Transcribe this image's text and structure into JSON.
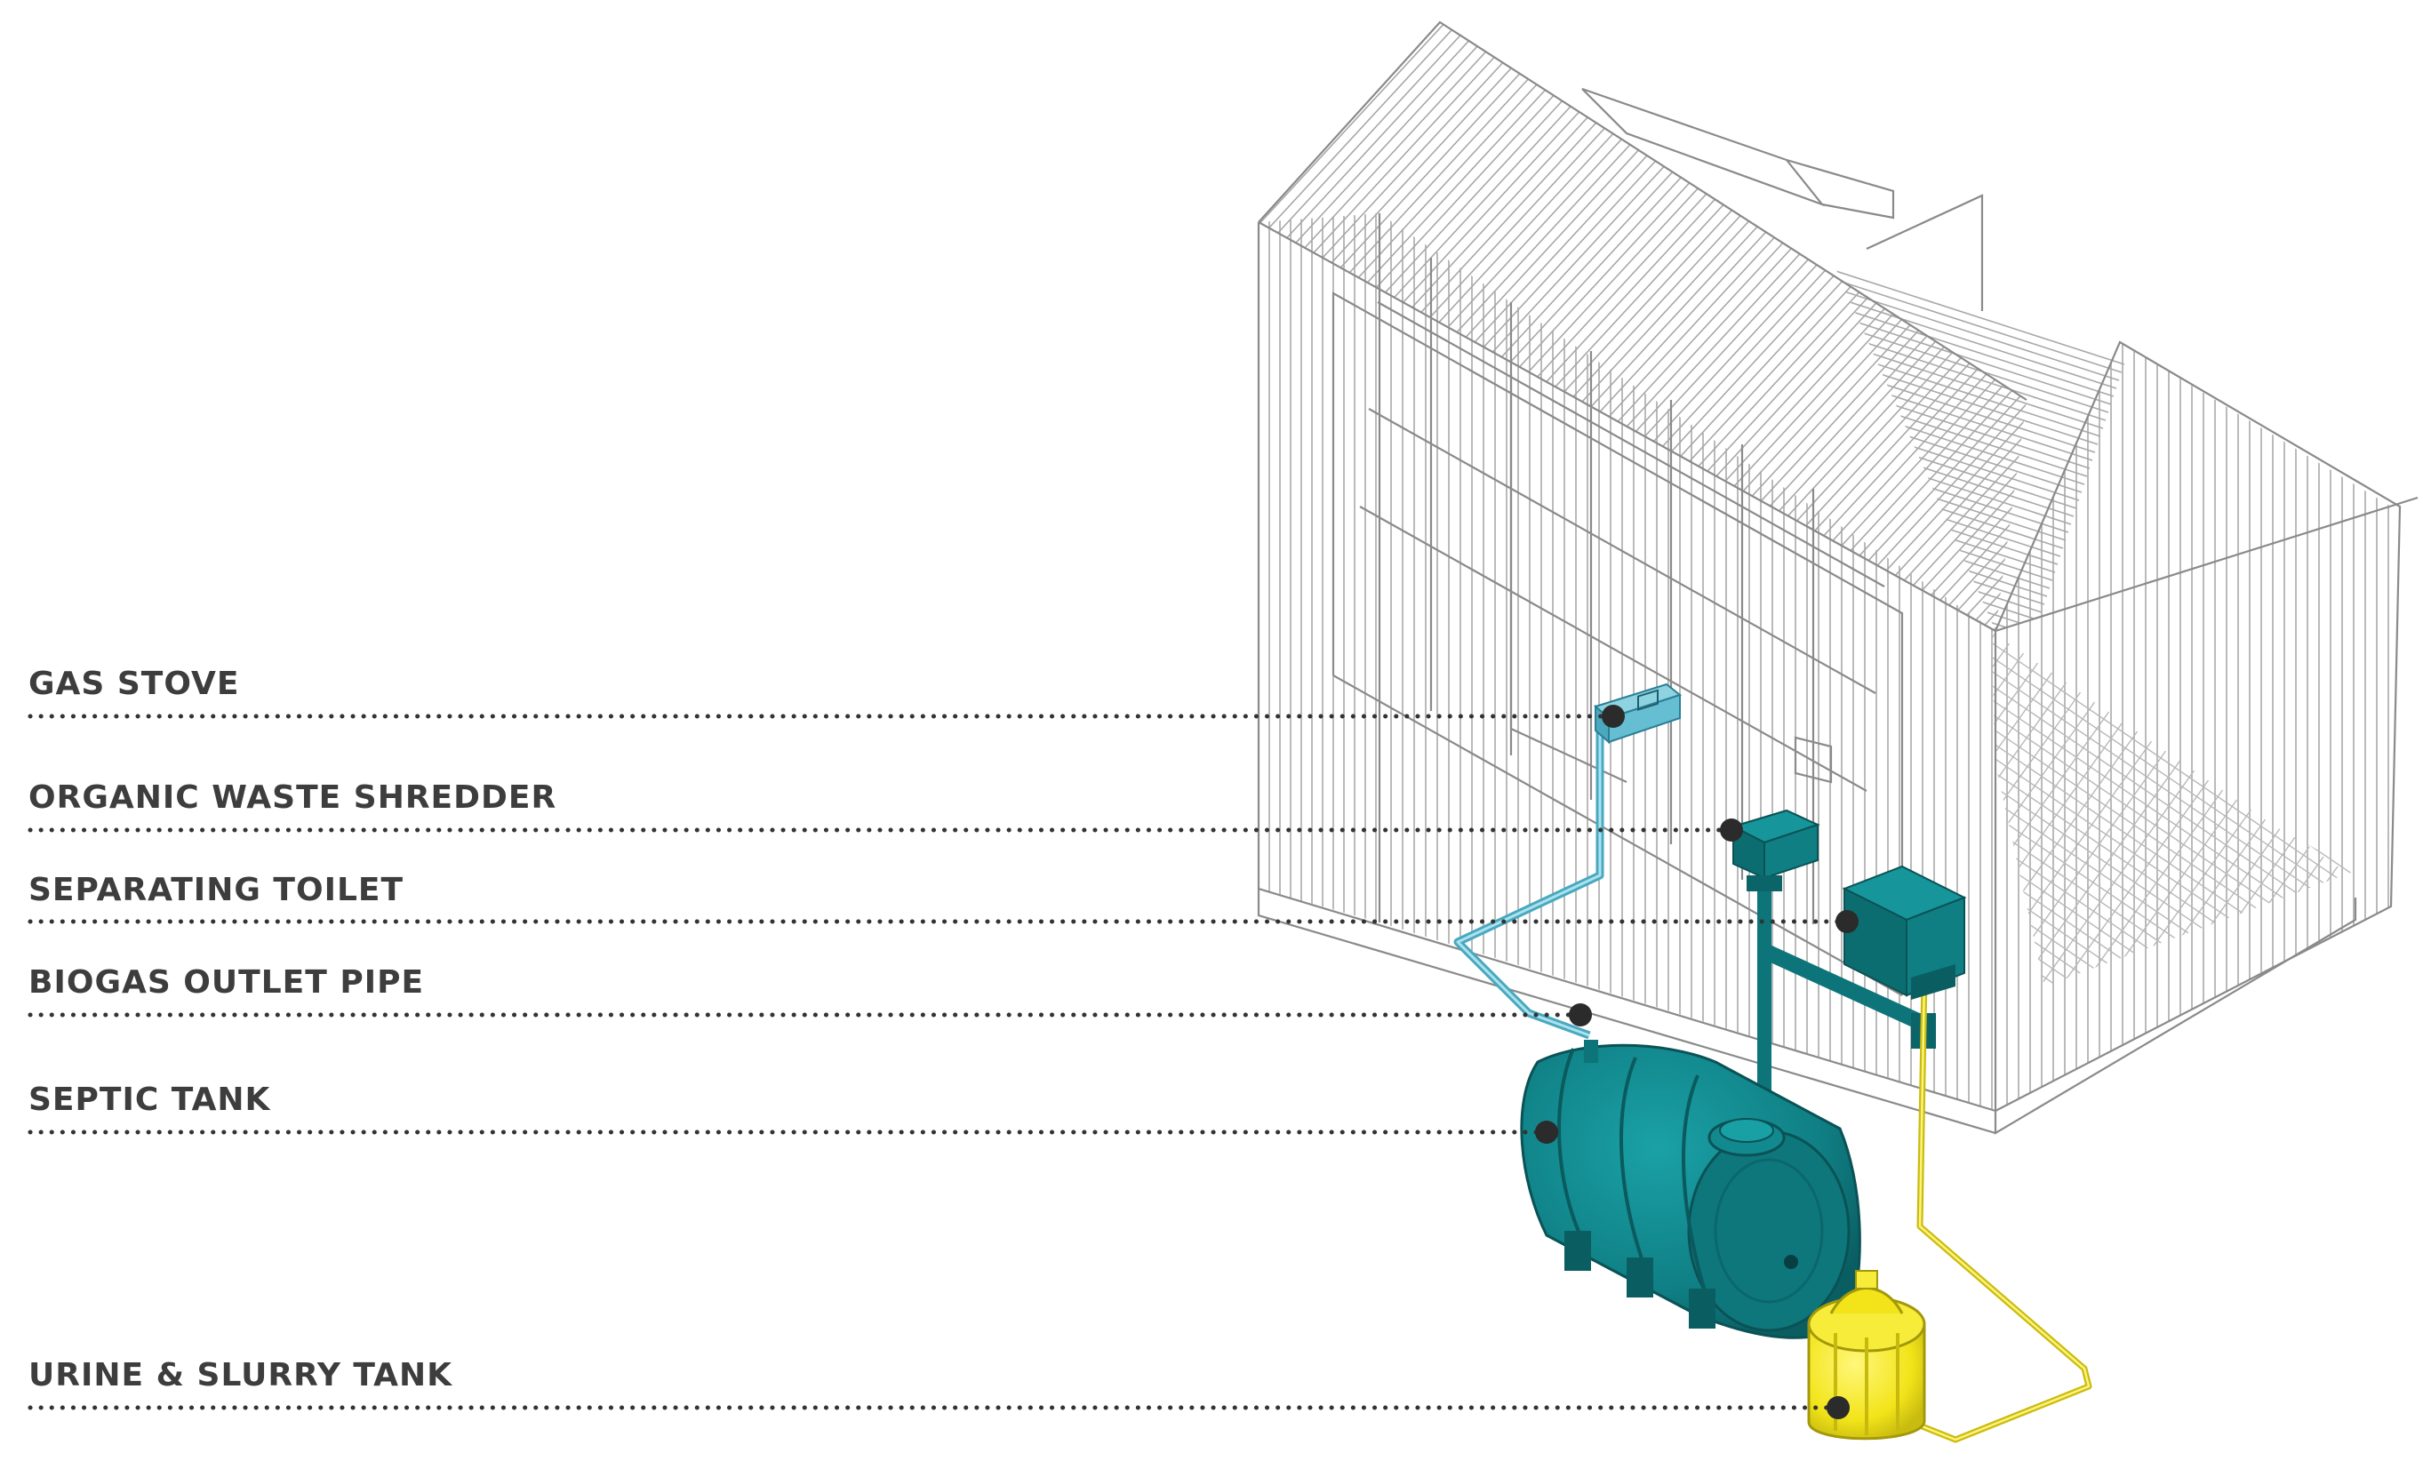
{
  "labels": {
    "gas_stove": "GAS STOVE",
    "organic_waste_shredder": "ORGANIC WASTE SHREDDER",
    "separating_toilet": "SEPARATING TOILET",
    "biogas_outlet_pipe": "BIOGAS OUTLET PIPE",
    "septic_tank": "SEPTIC TANK",
    "urine_slurry_tank": "URINE & SLURRY TANK"
  },
  "colors": {
    "text": "#3d3d3d",
    "leader_dots": "#333333",
    "house_lines": "#9a9a9a",
    "teal_equipment": "#0f7f84",
    "teal_dark": "#0a5e62",
    "light_blue_pipe": "#6fc3d6",
    "yellow_tank": "#f2e419",
    "yellow_dark": "#b8ab0c"
  }
}
